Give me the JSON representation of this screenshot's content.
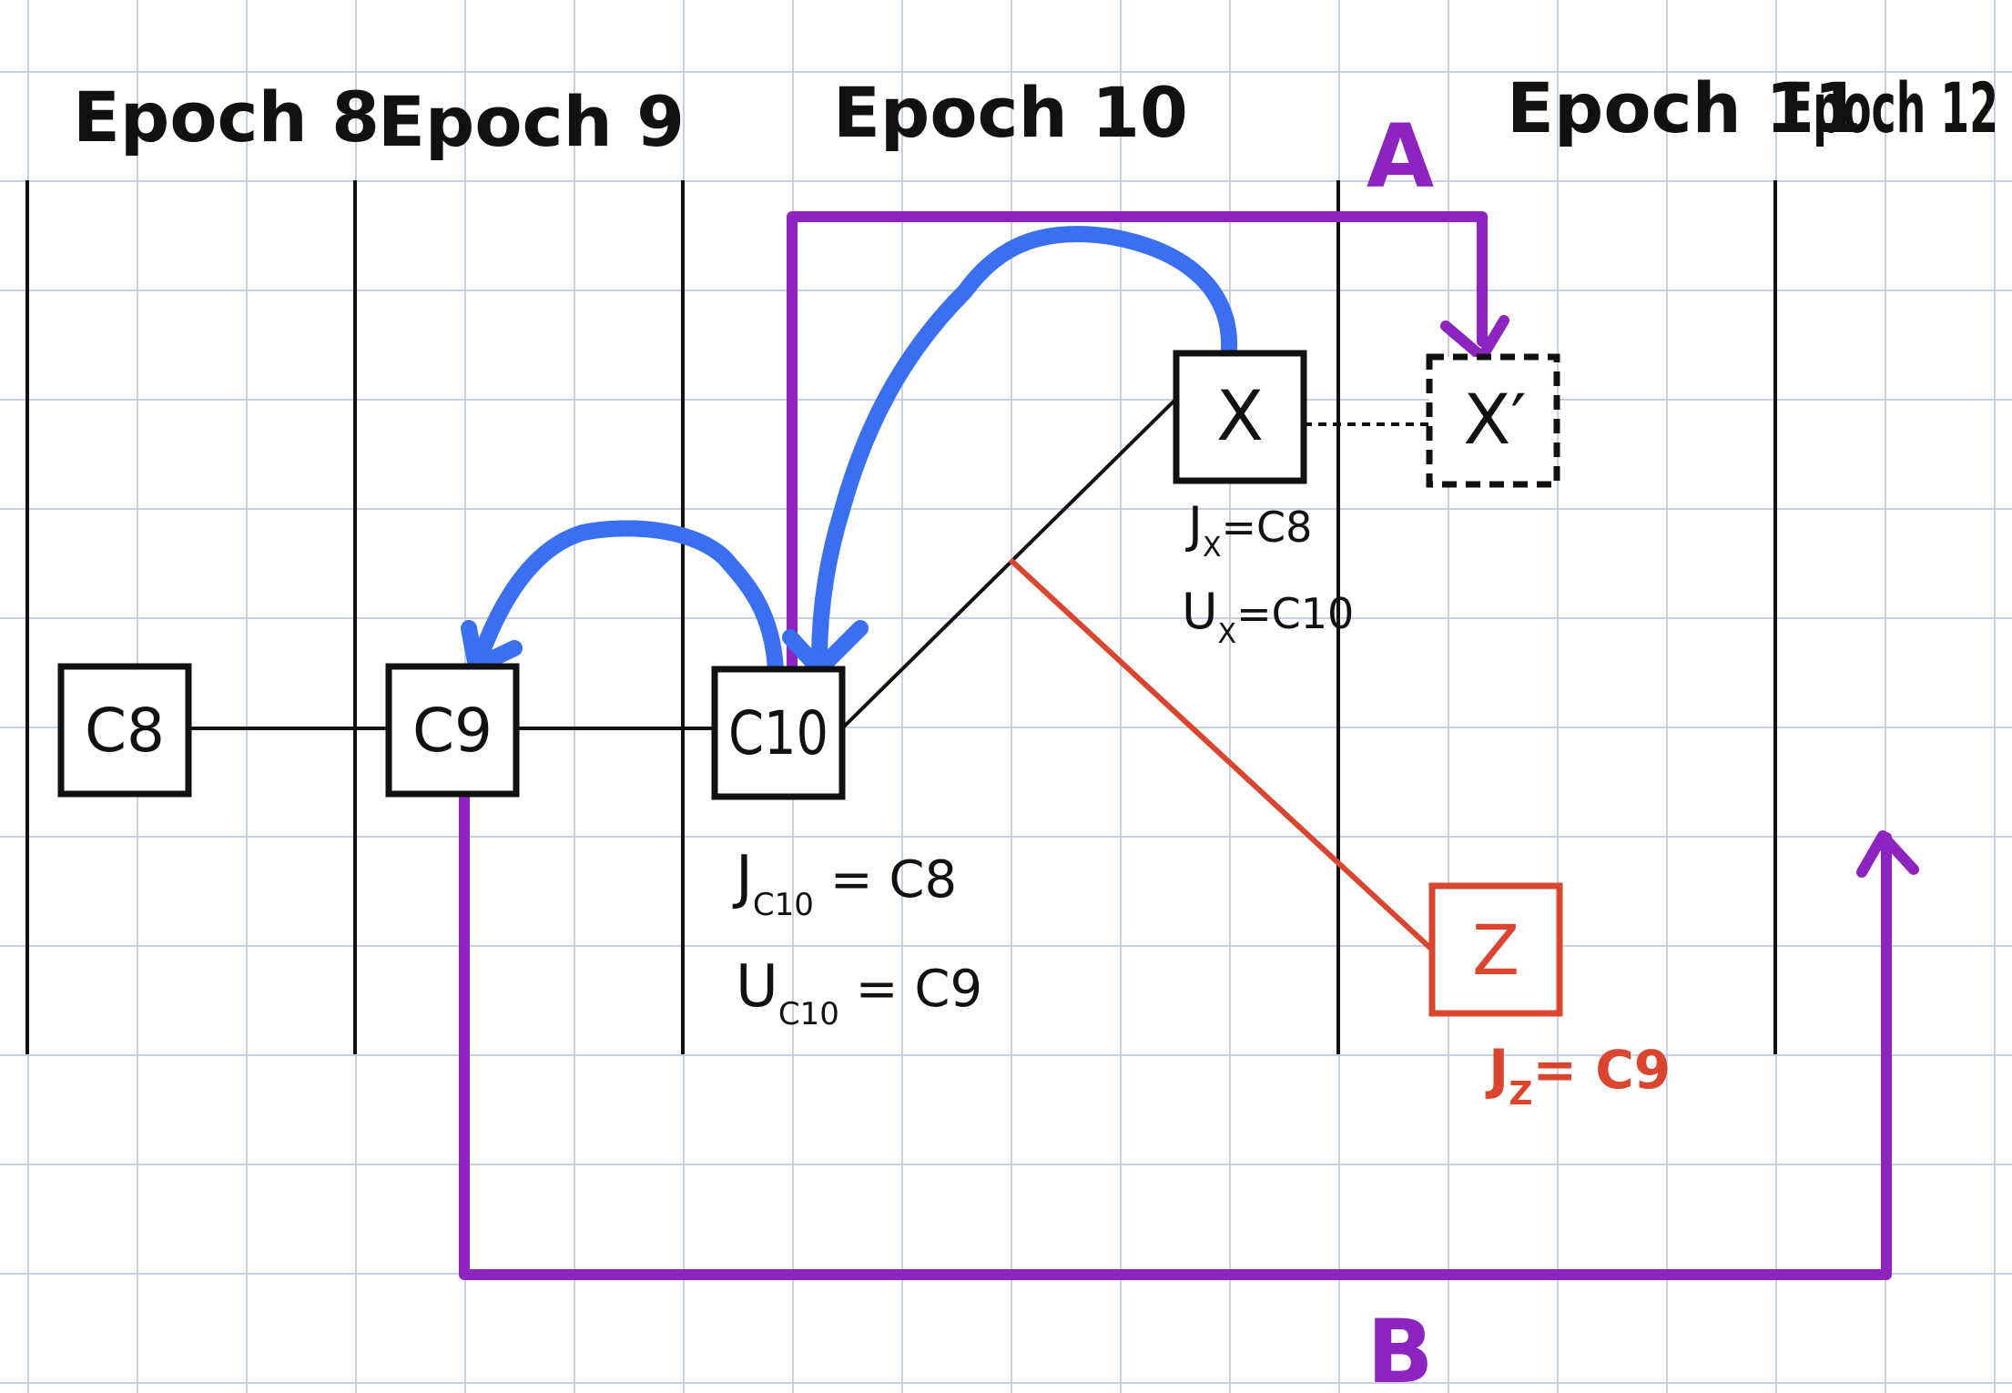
{
  "epochs": [
    "Epoch 8",
    "Epoch 9",
    "Epoch 10",
    "Epoch 11",
    "Epoch 12"
  ],
  "nodes": {
    "c8": "C8",
    "c9": "C9",
    "c10": "C10",
    "x": "X",
    "x_prime": "X′",
    "z": "Z"
  },
  "annotations": {
    "c10_justified": {
      "main": "J",
      "sub": "C10",
      "rest": " = C8"
    },
    "c10_unrealized": {
      "main": "U",
      "sub": "C10",
      "rest": " = C9"
    },
    "x_justified": {
      "main": "J",
      "sub": "X",
      "rest": "=C8"
    },
    "x_unrealized": {
      "main": "U",
      "sub": "X",
      "rest": "=C10"
    },
    "z_justified": {
      "main": "J",
      "sub": "Z",
      "rest": "= C9"
    }
  },
  "paths": {
    "a": "A",
    "b": "B"
  },
  "colors": {
    "ink": "#111111",
    "blue": "#3a6ff0",
    "purple": "#8e24c0",
    "red": "#d9452f",
    "grid": "#c9d0e4"
  }
}
